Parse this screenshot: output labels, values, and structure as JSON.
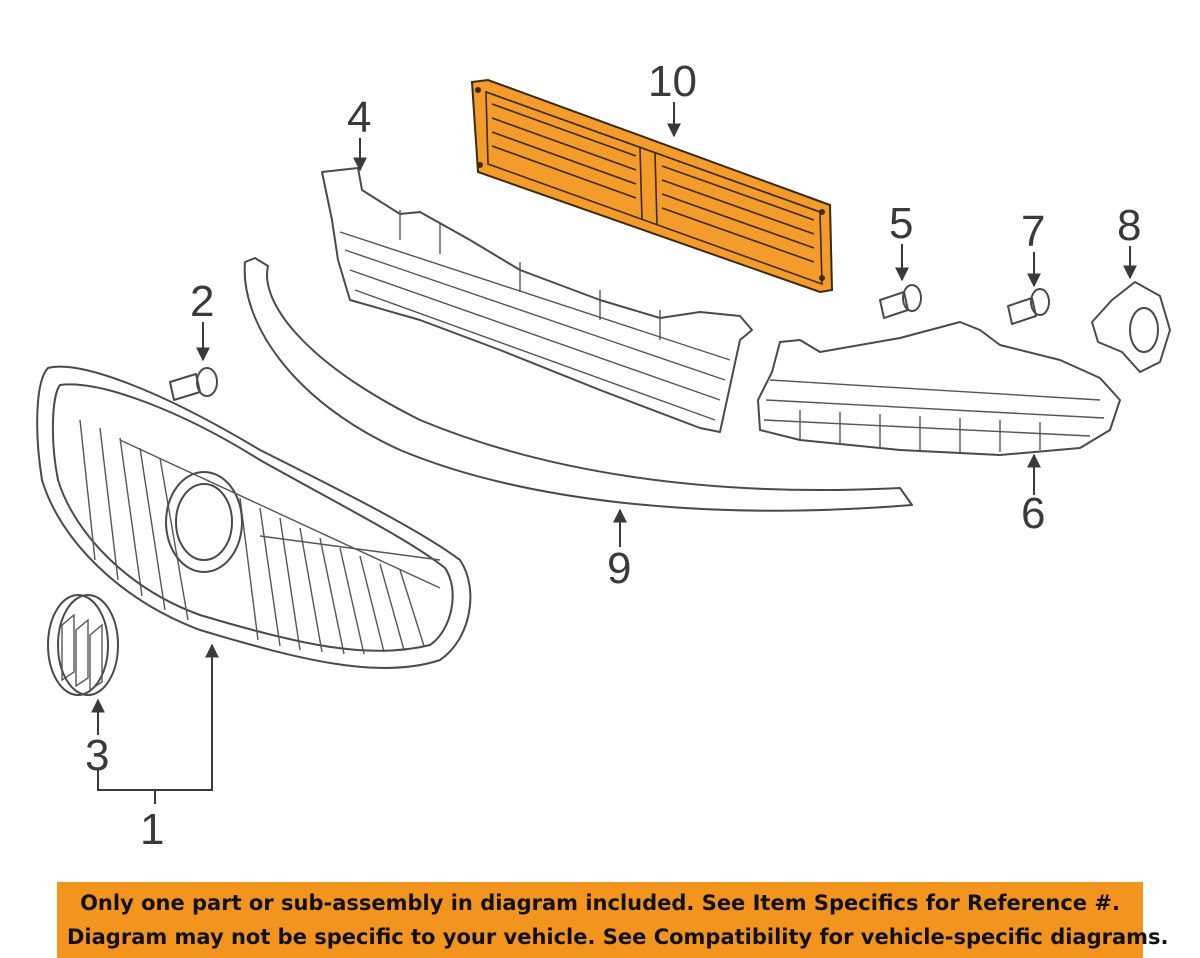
{
  "diagram": {
    "callouts": [
      "1",
      "2",
      "3",
      "4",
      "5",
      "6",
      "7",
      "8",
      "9",
      "10"
    ],
    "highlight_color": "#f39c2c",
    "highlighted_part": "10"
  },
  "banner": {
    "background": "#f3941f",
    "line1": "Only one part or sub-assembly in diagram included. See Item Specifics for Reference #.",
    "line2": "Diagram may not be specific to your vehicle. See Compatibility for vehicle-specific diagrams."
  }
}
